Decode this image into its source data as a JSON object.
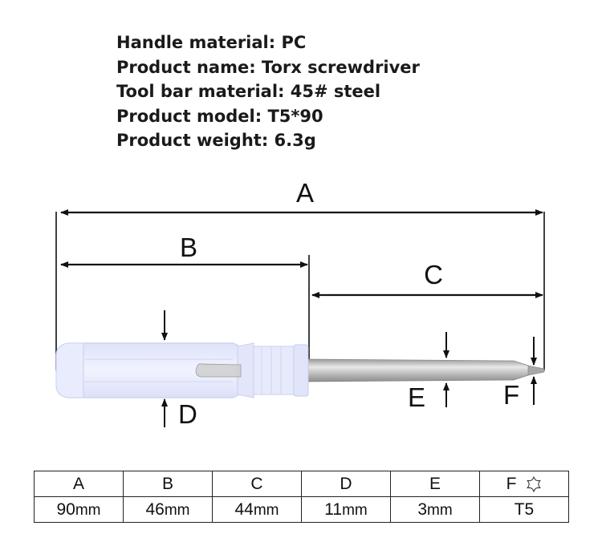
{
  "specs": [
    "Handle material: PC",
    "Product name: Torx screwdriver",
    "Tool bar material: 45# steel",
    "Product model: T5*90",
    "Product weight: 6.3g"
  ],
  "diagram": {
    "labels": {
      "a": "A",
      "b": "B",
      "c": "C",
      "d": "D",
      "e": "E",
      "f": "F"
    },
    "icons": [
      "double-arrow-icon",
      "arrow-down-icon",
      "arrow-up-icon",
      "torx-star-icon"
    ],
    "colors": {
      "line": "#111111",
      "handle": "#e6e9fb",
      "handle_edge": "#c9cef0",
      "shaft": "#c7c7c7",
      "shaft_edge": "#8a8a8a"
    }
  },
  "table": {
    "headers": [
      "A",
      "B",
      "C",
      "D",
      "E",
      "F"
    ],
    "values": [
      {
        "num": "90",
        "unit": "mm"
      },
      {
        "num": "46",
        "unit": "mm"
      },
      {
        "num": "44",
        "unit": "mm"
      },
      {
        "num": "11",
        "unit": "mm"
      },
      {
        "num": "3",
        "unit": "mm"
      },
      {
        "num": "T5",
        "unit": ""
      }
    ]
  }
}
